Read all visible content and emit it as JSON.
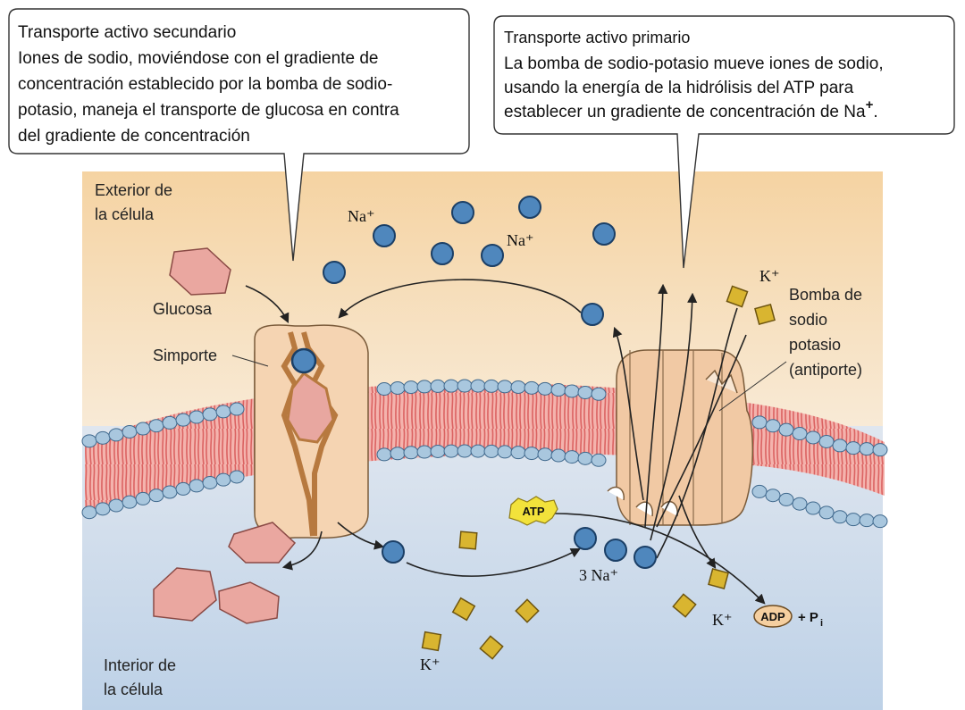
{
  "callouts": {
    "secondary": {
      "title": "Transporte activo secundario",
      "lines": [
        "Iones de sodio, moviéndose con el gradiente de",
        "concentración establecido por la bomba de sodio-",
        "potasio, maneja el transporte de glucosa en contra",
        "del gradiente de concentración"
      ]
    },
    "primary": {
      "title": "Transporte activo primario",
      "lines": [
        "La bomba de sodio-potasio mueve iones de sodio,",
        "usando la energía  de la hidrólisis del ATP para",
        "establecer un gradiente de concentración  de Na"
      ],
      "superscript": "+",
      "period": "."
    }
  },
  "labels": {
    "exterior_line1": "Exterior de",
    "exterior_line2": "la célula",
    "interior_line1": "Interior de",
    "interior_line2": "la célula",
    "glucosa": "Glucosa",
    "simporte": "Simporte",
    "pump_line1": "Bomba de",
    "pump_line2": "sodio",
    "pump_line3": "potasio",
    "pump_line4": "(antiporte)",
    "na_top_left": "Na⁺",
    "na_top_mid": "Na⁺",
    "k_top": "K⁺",
    "three_na": "3 Na⁺",
    "k_bottom_left": "K⁺",
    "k_bottom_right": "K⁺",
    "atp": "ATP",
    "adp": "ADP",
    "plus_pi": "+ P",
    "pi_sub": "i"
  },
  "colors": {
    "exterior_top": "#f6d7a8",
    "exterior_bottom": "#f8ecd9",
    "interior": "#c9d8ea",
    "sodium_ion": "#4f87bd",
    "potassium_ion": "#d7b22a",
    "glucose": "#e8a7a0",
    "membrane_tail": "#e06c6c",
    "membrane_head": "#a9c7de",
    "protein": "#f3caa4",
    "atp": "#f2e23b"
  }
}
